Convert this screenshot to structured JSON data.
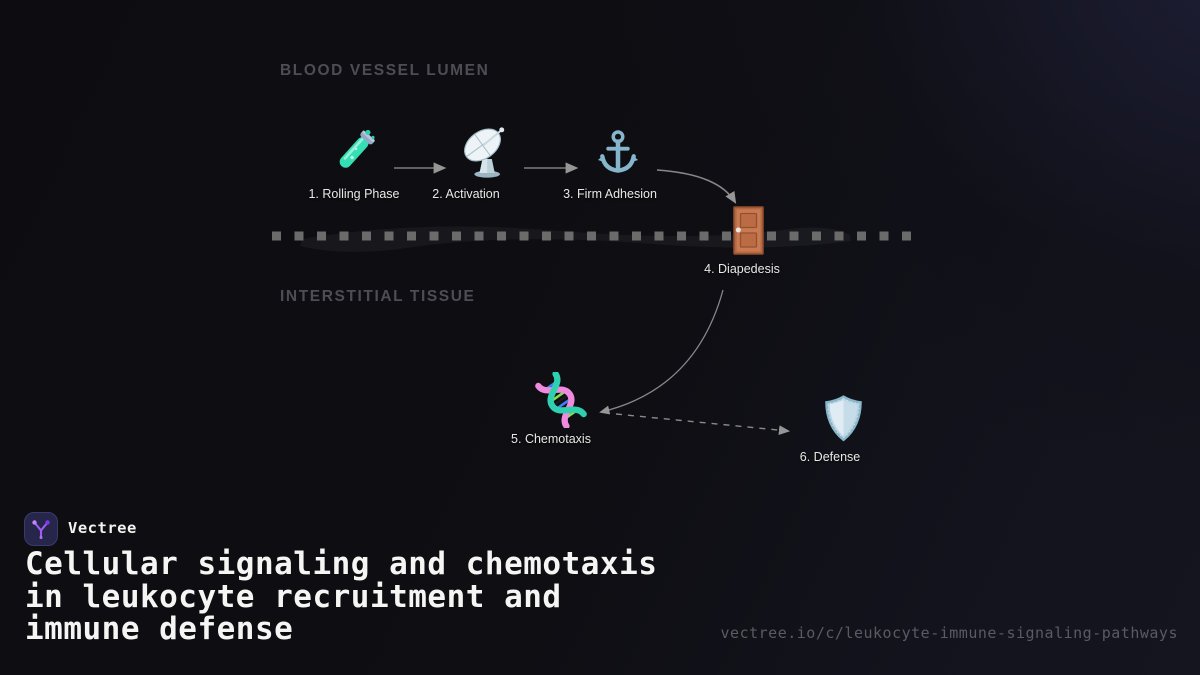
{
  "brand": {
    "name": "Vectree",
    "logo_icon": "vectree-branch-icon",
    "accent_color": "#9e5cf6"
  },
  "title": {
    "lines": [
      "Cellular signaling and chemotaxis",
      "in leukocyte recruitment and",
      "immune defense"
    ]
  },
  "footer": {
    "url": "vectree.io/c/leukocyte-immune-signaling-pathways"
  },
  "diagram": {
    "regions": [
      {
        "id": "lumen",
        "label": "BLOOD VESSEL LUMEN"
      },
      {
        "id": "tissue",
        "label": "INTERSTITIAL TISSUE"
      }
    ],
    "steps": [
      {
        "label": "1. Rolling Phase",
        "icon": "test-tube-icon"
      },
      {
        "label": "2. Activation",
        "icon": "satellite-dish-icon"
      },
      {
        "label": "3. Firm Adhesion",
        "icon": "anchor-icon"
      },
      {
        "label": "4. Diapedesis",
        "icon": "door-icon"
      },
      {
        "label": "5. Chemotaxis",
        "icon": "dna-icon"
      },
      {
        "label": "6. Defense",
        "icon": "shield-icon"
      }
    ],
    "connections": [
      {
        "from": "1. Rolling Phase",
        "to": "2. Activation",
        "style": "solid-arrow"
      },
      {
        "from": "2. Activation",
        "to": "3. Firm Adhesion",
        "style": "solid-arrow"
      },
      {
        "from": "3. Firm Adhesion",
        "to": "4. Diapedesis",
        "style": "curved-solid-arrow"
      },
      {
        "from": "4. Diapedesis",
        "to": "5. Chemotaxis",
        "style": "curved-solid-arrow"
      },
      {
        "from": "5. Chemotaxis",
        "to": "6. Defense",
        "style": "dashed-arrow"
      }
    ],
    "vessel_wall": {
      "style": "dashed-squares",
      "color": "#6b6b6b"
    }
  },
  "colors": {
    "background_dark": "#0d0d12",
    "background_navy": "#1e1f36",
    "region_label": "#4d4d55",
    "step_label": "#e8e8e6",
    "arrow": "#8f8f8f",
    "title_text": "#f5f5f3",
    "url_text": "#5a5a63",
    "door": "#c97a52",
    "anchor": "#86b6cc",
    "dna_pink": "#ef8ade",
    "dna_teal": "#2fd0b0",
    "shield": "#cfe2ec"
  }
}
